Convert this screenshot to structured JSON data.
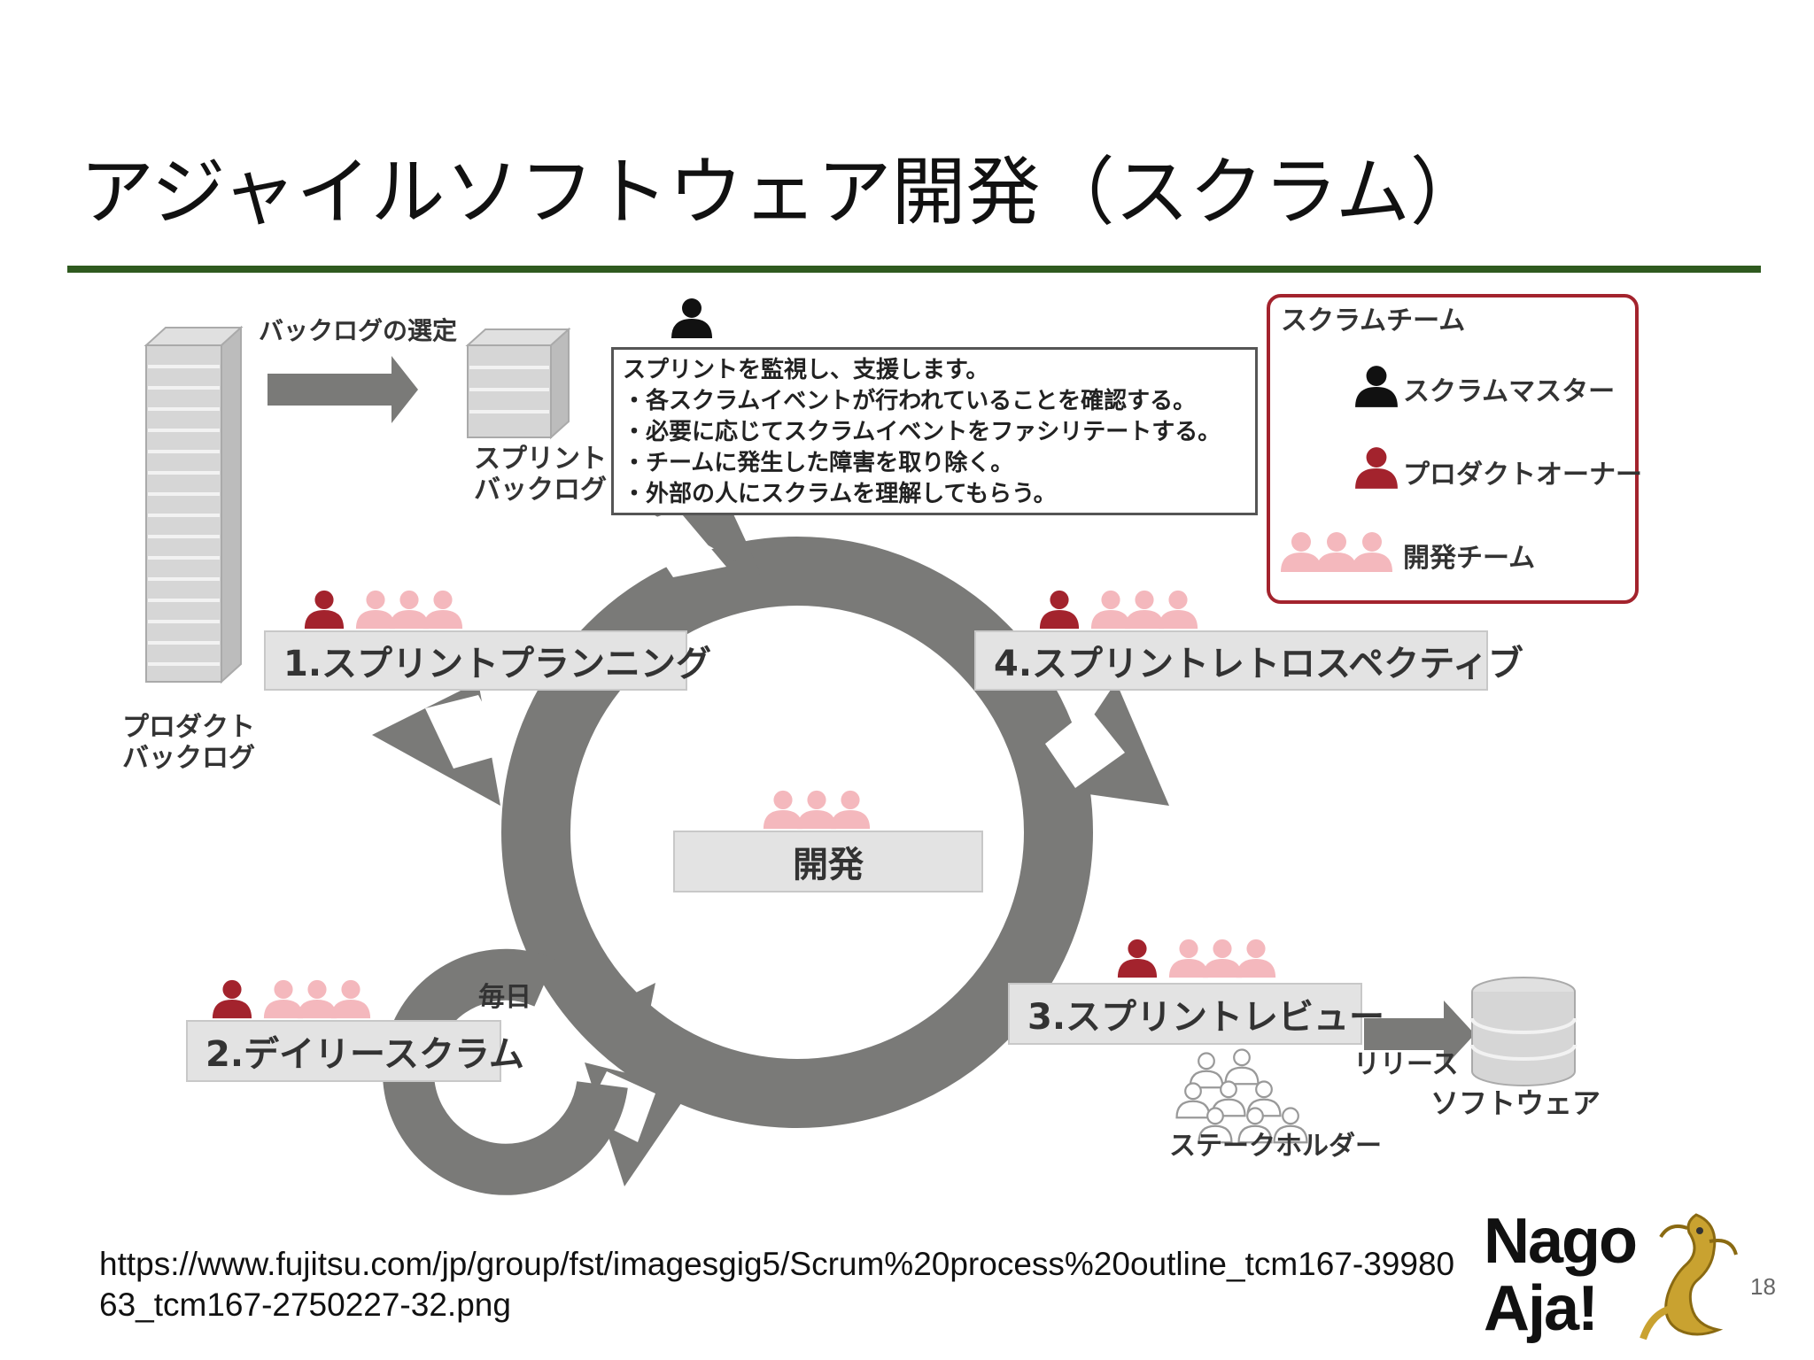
{
  "slide": {
    "title": "アジャイルソフトウェア開発（スクラム）",
    "source_url": "https://www.fujitsu.com/jp/group/fst/imagesgig5/Scrum%20process%20outline_tcm167-3998063_tcm167-2750227-32.png",
    "page_number": "18",
    "logo_text": {
      "line1": "Nago",
      "line2": "Aja!"
    },
    "colors": {
      "rule": "#2f5a1f",
      "owner": "#a3232d",
      "team": "#f4b8bd",
      "master": "#111111",
      "arrow": "#7a7a78"
    }
  },
  "diagram": {
    "product_backlog_label": [
      "プロダクト",
      "バックログ"
    ],
    "selection_label": "バックログの選定",
    "sprint_backlog_label": [
      "スプリント",
      "バックログ"
    ],
    "scrum_master_box": {
      "heading": "スプリントを監視し、支援します。",
      "bullets": [
        "・各スクラムイベントが行われていることを確認する。",
        "・必要に応じてスクラムイベントをファシリテートする。",
        "・チームに発生した障害を取り除く。",
        "・外部の人にスクラムを理解してもらう。"
      ]
    },
    "legend": {
      "title": "スクラムチーム",
      "scrum_master": "スクラムマスター",
      "product_owner": "プロダクトオーナー",
      "dev_team": "開発チーム"
    },
    "steps": {
      "planning": "1.スプリントプランニング",
      "daily": "2.デイリースクラム",
      "review": "3.スプリントレビュー",
      "retro": "4.スプリントレトロスペクティブ"
    },
    "development": "開発",
    "daily_label": "毎日",
    "release_label": "リリース",
    "software_label": "ソフトウェア",
    "stakeholders_label": "ステークホルダー"
  }
}
